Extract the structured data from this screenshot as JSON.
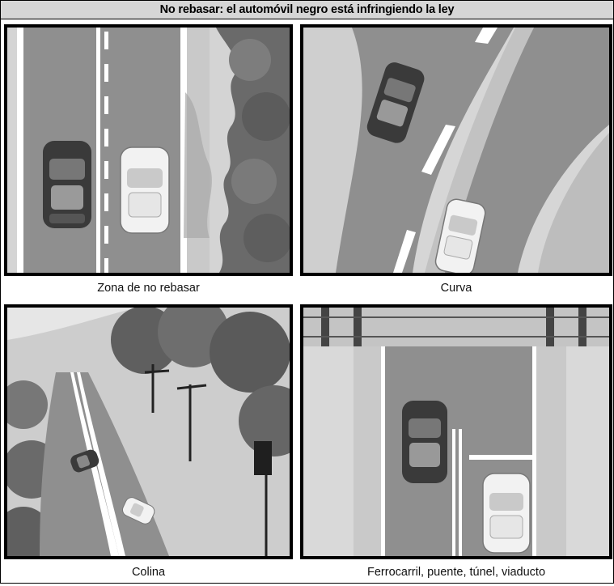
{
  "title": "No rebasar: el automóvil negro está infringiendo la ley",
  "panels": [
    {
      "caption": "Zona de no rebasar",
      "scene": "no-passing-zone"
    },
    {
      "caption": "Curva",
      "scene": "curve"
    },
    {
      "caption": "Colina",
      "scene": "hill"
    },
    {
      "caption": "Ferrocarril, puente, túnel, viaducto",
      "scene": "railroad-bridge-tunnel-viaduct"
    }
  ],
  "colors": {
    "road": "#8f8f8f",
    "road_light": "#bdbdbd",
    "marking": "#ffffff",
    "black_car": "#3a3a3a",
    "white_car": "#f2f2f2",
    "border": "#000000"
  }
}
